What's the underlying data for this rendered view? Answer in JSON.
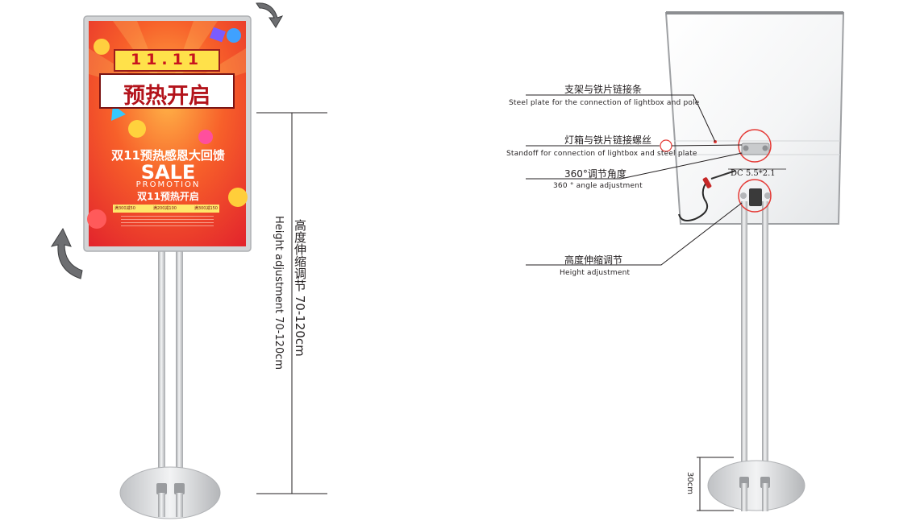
{
  "left_stand": {
    "poster": {
      "badge": "11.11",
      "headline": "预热开启",
      "subtitle": "双11预热感恩大回馈",
      "sale": "SALE",
      "promotion": "PROMOTION",
      "promo_line": "双11预热开启",
      "coupons": [
        "满300减50",
        "满200减100",
        "满300减150"
      ]
    },
    "height_label_cn": "高度伸缩调节   70-120cm",
    "height_label_en": "Height adjustment 70-120cm"
  },
  "right_stand": {
    "annotations": [
      {
        "cn": "支架与铁片链接条",
        "en": "Steel plate for the connection of lightbox and pole"
      },
      {
        "cn": "灯箱与铁片链接螺丝",
        "en": "Standoff for connection  of lightbox and steel plate"
      },
      {
        "cn": "360°调节角度",
        "en": "360 ° angle  adjustment"
      },
      {
        "cn": "高度伸缩调节",
        "en": "Height adjustment"
      }
    ],
    "dc_label": "DC 5.5*2.1",
    "base_height_label": "30cm"
  },
  "colors": {
    "poster_red": "#e8322c",
    "poster_orange": "#f7782a",
    "poster_yellow": "#ffe14a",
    "frame_silver": "#c9cbcd",
    "pole_silver": "#d9dadc",
    "line": "#231f20",
    "marker_red": "#e53935"
  }
}
